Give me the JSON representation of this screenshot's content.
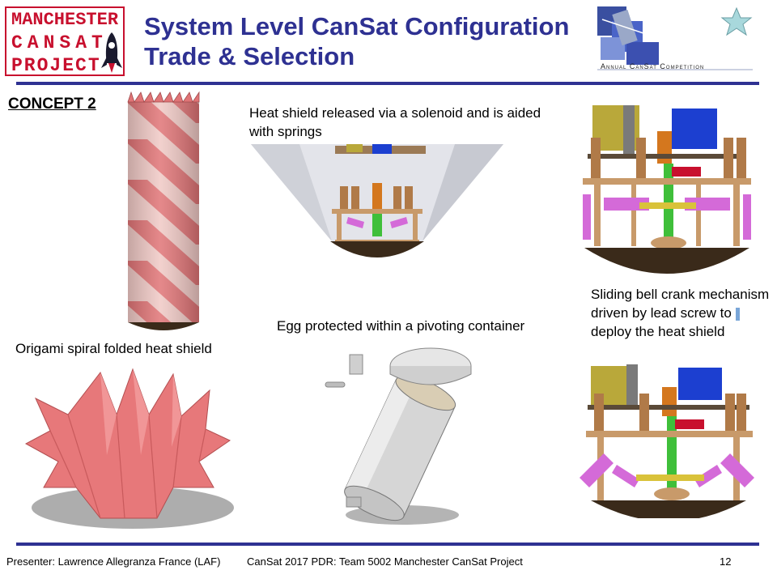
{
  "logo": {
    "line1": "MANCHESTER",
    "line2": "CANSAT",
    "line3": "PROJECT"
  },
  "header": {
    "title_line1": "System Level CanSat Configuration",
    "title_line2": "Trade & Selection",
    "competition_logo_text": "Annual CanSat Competition"
  },
  "concept_label": "CONCEPT 2",
  "captions": {
    "heat_shield_release": "Heat shield released via a solenoid and is aided with springs",
    "origami": "Origami spiral folded heat shield",
    "egg": "Egg protected within a pivoting container",
    "sliding_bell_crank_before": "Sliding bell crank mechanism driven by lead screw to",
    "sliding_bell_crank_after": "deploy the heat shield"
  },
  "footer": {
    "presenter": "Presenter: Lawrence Allegranza France (LAF)",
    "project": "CanSat 2017 PDR:  Team 5002 Manchester CanSat Project",
    "page_number": "12"
  },
  "colors": {
    "title_blue": "#2e3192",
    "logo_red": "#c8102e",
    "shield_pink": "#e7787a",
    "wood": "#c89a6a",
    "spring": "#b07a48",
    "magenta": "#d46ad8",
    "green": "#3fbf3a",
    "motor_blue": "#1c3fd0",
    "olive": "#b9a83a",
    "dark_brown": "#3a2a1a"
  }
}
